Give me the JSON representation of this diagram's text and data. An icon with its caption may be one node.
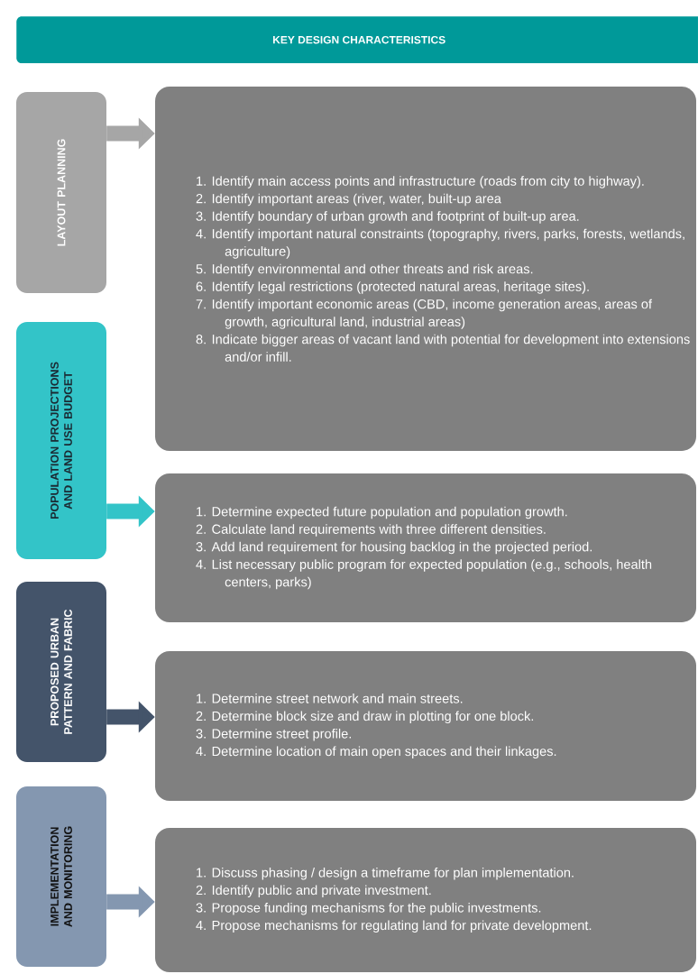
{
  "diagram": {
    "title": "KEY DESIGN CHARACTERISTICS",
    "nodes": [
      {
        "text": [
          "LAYOUT PLANNING"
        ]
      },
      {
        "text": [
          "POPULATION PROJECTIONS AND LAND USE BUDGET"
        ]
      },
      {
        "text": [
          "PROPOSED URBAN PATTERN AND FABRIC"
        ]
      },
      {
        "text": [
          "IMPLEMENTATION AND MONITORING"
        ]
      },
      {
        "text": [
          "1. Identify main access points and infrastructure (roads from city to highway).",
          "2. Identify important areas (river, water, built-up area",
          "3. Identify boundary of urban growth and footprint of built-up area.",
          "4. Identify important natural constraints (topography, rivers, parks, forests, wetlands, agriculture)",
          "5. Identify environmental and other threats and risk areas.",
          "6. Identify legal restrictions (protected natural areas, heritage sites).",
          "7. Identify important economic areas (CBD, income generation areas, areas of growth, agricultural land, industrial areas)",
          "8. Indicate bigger areas of vacant land with potential for development into extensions and/or infill."
        ]
      },
      {
        "text": [
          "1. Determine expected future population and population growth.",
          "2. Calculate land requirements with three different densities.",
          "3. Add land requirement for housing backlog in the projected period.",
          "4. List necessary public program for expected population (e.g., schools, health centers, parks)"
        ]
      },
      {
        "text": [
          "1. Determine street network and main streets.",
          "2. Determine block size and draw in plotting for one block.",
          "3. Determine street profile.",
          "4. Determine location of main open spaces and their linkages."
        ]
      },
      {
        "text": [
          "1. Discuss phasing / design a timeframe for plan implementation.",
          "2. Identify public and private investment.",
          "3. Propose funding mechanisms for the public investments.",
          "4. Propose mechanisms for regulating land for private development."
        ]
      }
    ],
    "edges": [
      {
        "from": 0,
        "to": 4,
        "arrow": "to",
        "color": "#a6a6a6"
      },
      {
        "from": 1,
        "to": 5,
        "arrow": "to",
        "color": "#33c4c8"
      },
      {
        "from": 2,
        "to": 6,
        "arrow": "to",
        "color": "#44546a"
      },
      {
        "from": 3,
        "to": 7,
        "arrow": "to",
        "color": "#8497b0"
      }
    ]
  }
}
